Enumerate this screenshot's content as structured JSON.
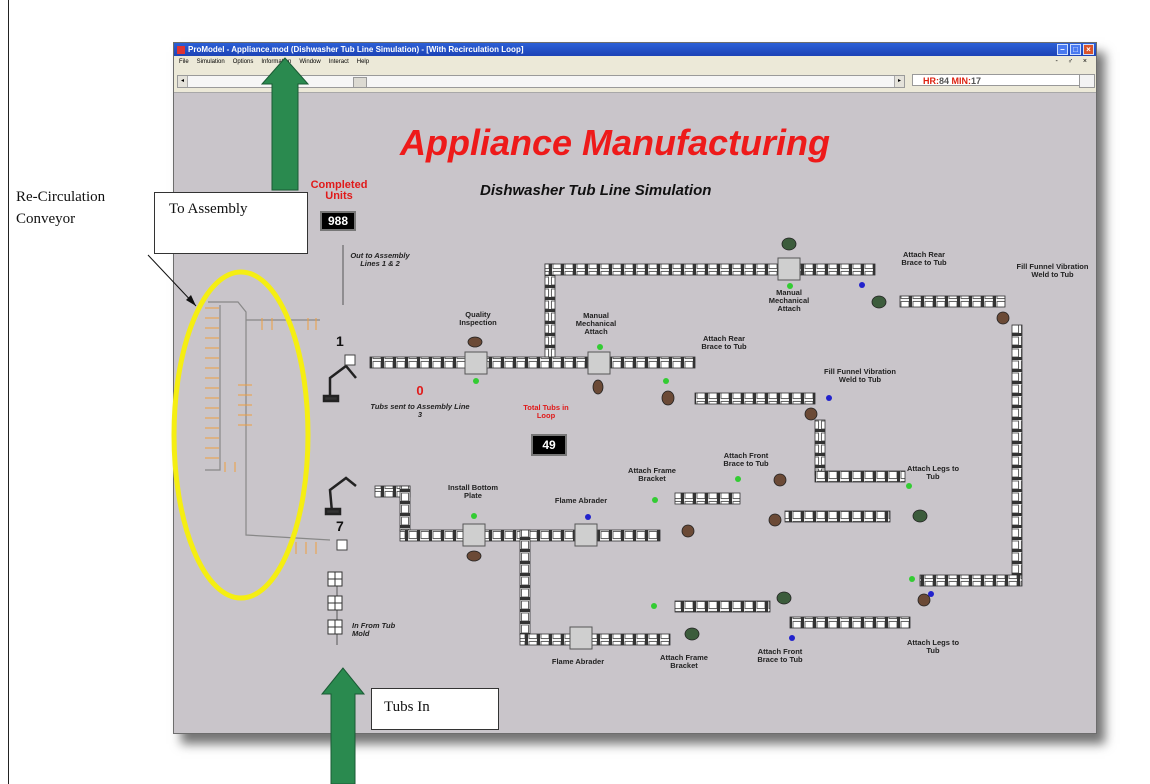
{
  "window": {
    "title": "ProModel - Appliance.mod (Dishwasher Tub Line Simulation) - [With Recirculation Loop]",
    "menu": [
      "File",
      "Simulation",
      "Options",
      "Information",
      "Window",
      "Interact",
      "Help"
    ],
    "clock": {
      "hr_label": "HR:",
      "hr_value": "84",
      "min_label": "MIN:",
      "min_value": "17"
    }
  },
  "screen": {
    "title": "Appliance Manufacturing",
    "subtitle": "Dishwasher Tub Line Simulation",
    "completed_units_label": "Completed Units",
    "completed_units_value": "988",
    "total_tubs_label": "Total Tubs in Loop",
    "total_tubs_value": "49",
    "tubs_sent_value": "0",
    "tubs_sent_label": "Tubs sent to Assembly Line 3",
    "out_to_assembly": "Out to Assembly Lines 1 & 2",
    "in_from_tub_mold": "In From Tub Mold",
    "line_number_1": "1",
    "line_number_7": "7"
  },
  "stations": {
    "quality_inspection": "Quality Inspection",
    "manual_mech_attach_1": "Manual Mechanical Attach",
    "manual_mech_attach_2": "Manual Mechanical Attach",
    "attach_rear_brace_1": "Attach Rear Brace to Tub",
    "attach_rear_brace_2": "Attach Rear Brace to Tub",
    "fill_funnel_1": "Fill Funnel Vibration Weld to Tub",
    "fill_funnel_2": "Fill Funnel Vibration Weld to Tub",
    "attach_legs_1": "Attach Legs to Tub",
    "attach_legs_2": "Attach Legs to Tub",
    "install_bottom_plate": "Install Bottom Plate",
    "flame_abrader_1": "Flame Abrader",
    "flame_abrader_2": "Flame Abrader",
    "attach_frame_bracket_1": "Attach Frame Bracket",
    "attach_frame_bracket_2": "Attach Frame Bracket",
    "attach_front_brace_1": "Attach Front Brace to Tub",
    "attach_front_brace_2": "Attach Front Brace to Tub"
  },
  "annotations": {
    "recirculation": [
      "Re-Circulation",
      "Conveyor"
    ],
    "to_assembly": "To Assembly",
    "tubs_in": "Tubs In"
  },
  "colors": {
    "accent_red": "#ee1a1a",
    "highlight_yellow": "#f5ee12",
    "arrow_green": "#2a8a4f",
    "loop_orange": "#f0a040"
  }
}
